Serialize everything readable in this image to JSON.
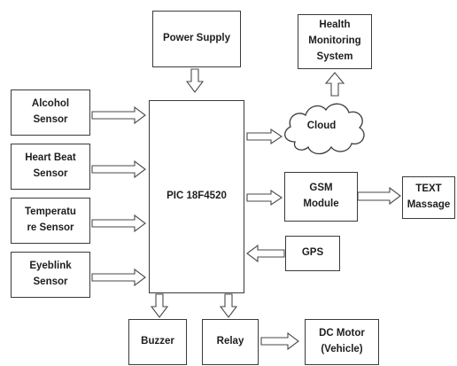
{
  "blocks": {
    "power_supply": "Power Supply",
    "health_monitoring": "Health\nMonitoring\nSystem",
    "alcohol_sensor": "Alcohol\nSensor",
    "heart_beat_sensor": "Heart Beat\nSensor",
    "temperature_sensor": "Temperatu\nre Sensor",
    "eyeblink_sensor": "Eyeblink\nSensor",
    "microcontroller": "PIC 18F4520",
    "cloud": "Cloud",
    "gsm_module": "GSM\nModule",
    "text_message": "TEXT\nMassage",
    "gps": "GPS",
    "buzzer": "Buzzer",
    "relay": "Relay",
    "dc_motor": "DC Motor\n(Vehicle)"
  }
}
